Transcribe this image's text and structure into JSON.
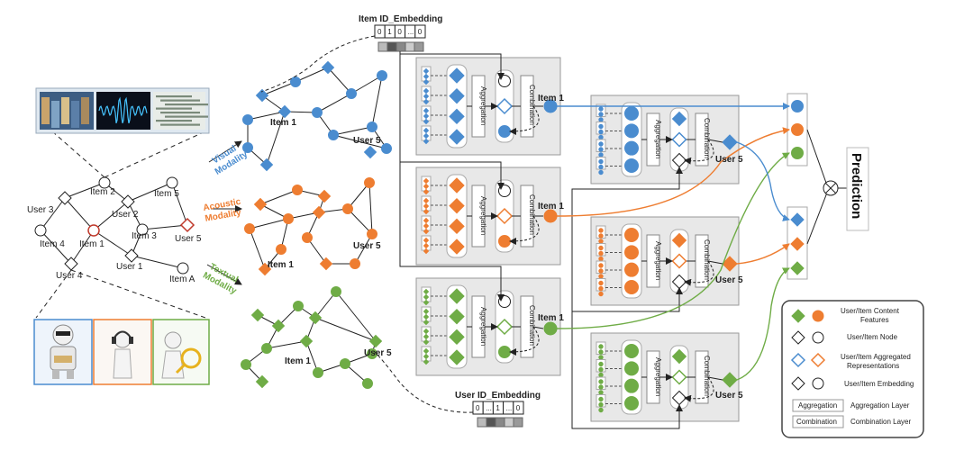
{
  "colors": {
    "visual": "#4a8ccf",
    "acoustic": "#ee7d31",
    "textual": "#6fac46",
    "panel": "#e6e6e6",
    "line": "#222222",
    "red": "#c0392b"
  },
  "icons": [
    "visual-photo-strip",
    "audio-waveform",
    "text-cloud",
    "robot-image",
    "person-headphones-image",
    "figure-magnifier-image",
    "product-icon",
    "multiply-circle-icon"
  ],
  "graph": {
    "items": [
      "Item 1",
      "Item 2",
      "Item 4",
      "Item 5",
      "Item 3",
      "Item A"
    ],
    "users": [
      "User 1",
      "User 2",
      "User 3",
      "User 4",
      "User 5"
    ]
  },
  "modalities": {
    "visual": "Visual\nModality",
    "acoustic": "Acoustic\nModality",
    "textual": "Textual\nModality"
  },
  "subgraph_labels": {
    "item": "Item 1",
    "user": "User 5"
  },
  "embeddings": {
    "item_title": "Item ID_Embedding",
    "item_bits": [
      "0",
      "1",
      "0",
      "...",
      "0"
    ],
    "user_title": "User ID_Embedding",
    "user_bits": [
      "0",
      "...",
      "1",
      "...",
      "0"
    ]
  },
  "layers": {
    "aggregation": "Aggregation",
    "combination": "Combination"
  },
  "panel_outputs": {
    "item": "Item 1",
    "user": "User 5"
  },
  "prediction": "Prediction",
  "legend": {
    "content_features": "User/Item Content Features",
    "node": "User/Item Node",
    "aggregated": "User/Item Aggregated Representations",
    "embedding": "User/Item Embedding",
    "aggregation_key": "Aggregation",
    "aggregation_desc": "Aggregation Layer",
    "combination_key": "Combination",
    "combination_desc": "Combination Layer"
  }
}
